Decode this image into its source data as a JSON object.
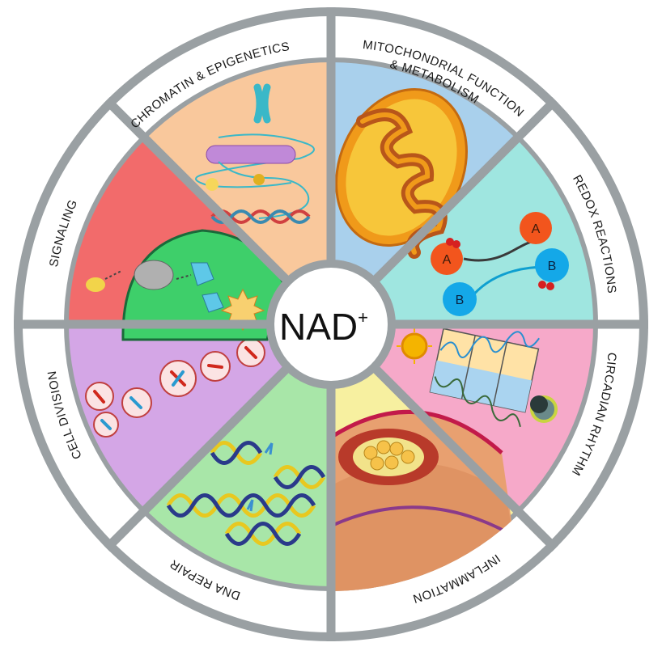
{
  "center": {
    "label": "NAD",
    "superscript": "+"
  },
  "sectors": [
    {
      "id": "mitochondrial",
      "label_lines": [
        "MITOCHONDRIAL FUNCTION",
        "& METABOLISM"
      ],
      "color": "#a9d0ec",
      "icon": "mitochondrion-icon"
    },
    {
      "id": "redox",
      "label_lines": [
        "REDOX REACTIONS"
      ],
      "color": "#9fe6e0",
      "icon": "redox-molecules-icon"
    },
    {
      "id": "circadian",
      "label_lines": [
        "CIRCADIAN RHYTHM"
      ],
      "color": "#f6a9c9",
      "icon": "sun-moon-wave-icon"
    },
    {
      "id": "inflammation",
      "label_lines": [
        "INFLAMMATION"
      ],
      "color": "#f7f0a0",
      "icon": "tissue-icon"
    },
    {
      "id": "dna-repair",
      "label_lines": [
        "DNA REPAIR"
      ],
      "color": "#a8e6a8",
      "icon": "dna-helix-icon"
    },
    {
      "id": "cell-division",
      "label_lines": [
        "CELL DIVISION"
      ],
      "color": "#d4a6e6",
      "icon": "cell-cycle-icon"
    },
    {
      "id": "signaling",
      "label_lines": [
        "SIGNALING"
      ],
      "color": "#f26b6b",
      "icon": "signaling-cell-icon"
    },
    {
      "id": "chromatin",
      "label_lines": [
        "CHROMATIN & EPIGENETICS"
      ],
      "color": "#f9c89c",
      "icon": "chromosome-icon"
    }
  ],
  "redox_letters": {
    "a": "A",
    "b": "B"
  }
}
